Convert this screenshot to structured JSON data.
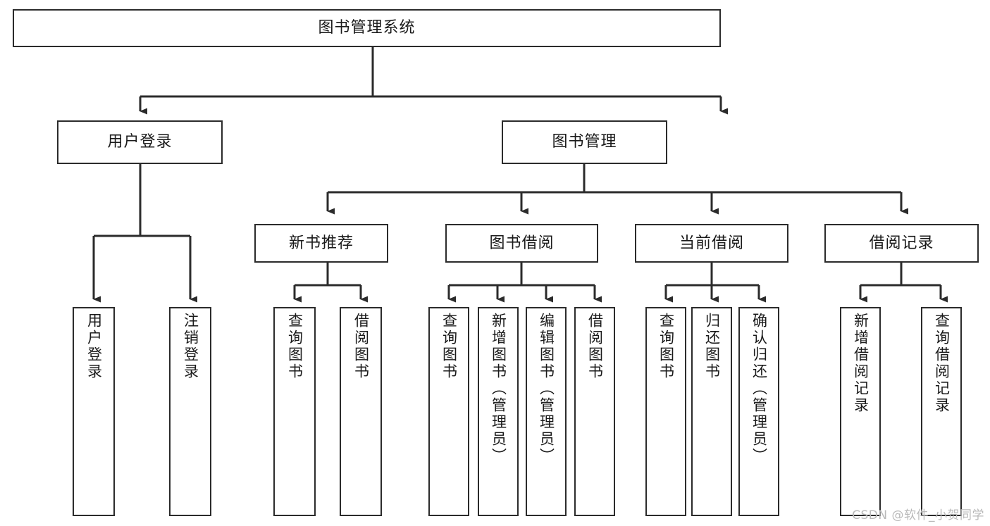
{
  "diagram": {
    "title": "图书管理系统",
    "type": "tree-hierarchy-diagram",
    "colors": {
      "stroke": "#2b2b2b",
      "fill": "#ffffff",
      "text": "#1a1a1a",
      "watermark": "#b9b9b9"
    },
    "root": {
      "label": "图书管理系统"
    },
    "level2": [
      {
        "label": "用户登录"
      },
      {
        "label": "图书管理"
      }
    ],
    "level3": [
      {
        "label": "新书推荐"
      },
      {
        "label": "图书借阅"
      },
      {
        "label": "当前借阅"
      },
      {
        "label": "借阅记录"
      }
    ],
    "leaves": {
      "user_login": [
        {
          "label": "用户登录"
        },
        {
          "label": "注销登录"
        }
      ],
      "new_book": [
        {
          "label": "查询图书"
        },
        {
          "label": "借阅图书"
        }
      ],
      "book_borrow": [
        {
          "label": "查询图书"
        },
        {
          "label": "新增图书（管理员）"
        },
        {
          "label": "编辑图书（管理员）"
        },
        {
          "label": "借阅图书"
        }
      ],
      "current_borrow": [
        {
          "label": "查询图书"
        },
        {
          "label": "归还图书"
        },
        {
          "label": "确认归还（管理员）"
        }
      ],
      "borrow_record": [
        {
          "label": "新增借阅记录"
        },
        {
          "label": "查询借阅记录"
        }
      ]
    }
  },
  "watermark": {
    "text": "CSDN @软件_小贺同学"
  }
}
